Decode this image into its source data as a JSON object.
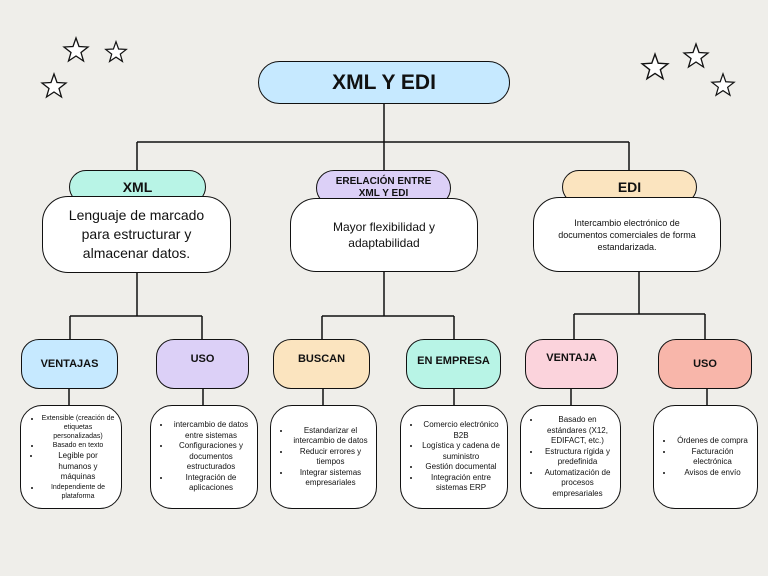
{
  "title": "XML Y EDI",
  "branches": {
    "xml": {
      "label": "XML",
      "desc": "Lenguaje de marcado para estructurar y almacenar datos.",
      "ventajas": {
        "label": "VENTAJAS",
        "items": [
          "Extensible (creación de etiquetas personalizadas)",
          "Basado en texto",
          "Legible por humanos y máquinas",
          "Independiente de plataforma"
        ]
      },
      "uso": {
        "label": "USO",
        "items": [
          "intercambio de datos entre sistemas",
          "Configuraciones y documentos estructurados",
          "Integración de aplicaciones"
        ]
      }
    },
    "relacion": {
      "label": "ERELACIÓN ENTRE XML Y EDI",
      "desc": "Mayor flexibilidad y adaptabilidad",
      "buscan": {
        "label": "BUSCAN",
        "items": [
          "Estandarizar el intercambio de datos",
          "Reducir errores y tiempos",
          "Integrar sistemas empresariales"
        ]
      },
      "empresa": {
        "label": "EN EMPRESA",
        "items": [
          "Comercio electrónico B2B",
          "Logística y cadena de suministro",
          "Gestión documental",
          "Integración entre sistemas ERP"
        ]
      }
    },
    "edi": {
      "label": "EDI",
      "desc": "Intercambio electrónico de documentos comerciales de forma estandarizada.",
      "ventaja": {
        "label": "VENTAJA",
        "items": [
          "Basado en estándares (X12, EDIFACT, etc.)",
          "Estructura rígida y predefinida",
          "Automatización de procesos empresariales"
        ]
      },
      "uso": {
        "label": "USO",
        "items": [
          "Órdenes de compra",
          "Facturación electrónica",
          "Avisos de envío"
        ]
      }
    }
  },
  "colors": {
    "title": "#c6e9ff",
    "xml": "#b8f4e6",
    "relacion": "#dcd0f7",
    "edi": "#fbe4bf",
    "ventajas": "#c6e9ff",
    "uso_xml": "#dcd0f7",
    "buscan": "#fbe4bf",
    "empresa": "#b8f4e6",
    "ventaja_edi": "#fbd3dc",
    "uso_edi": "#f8b6aa"
  }
}
